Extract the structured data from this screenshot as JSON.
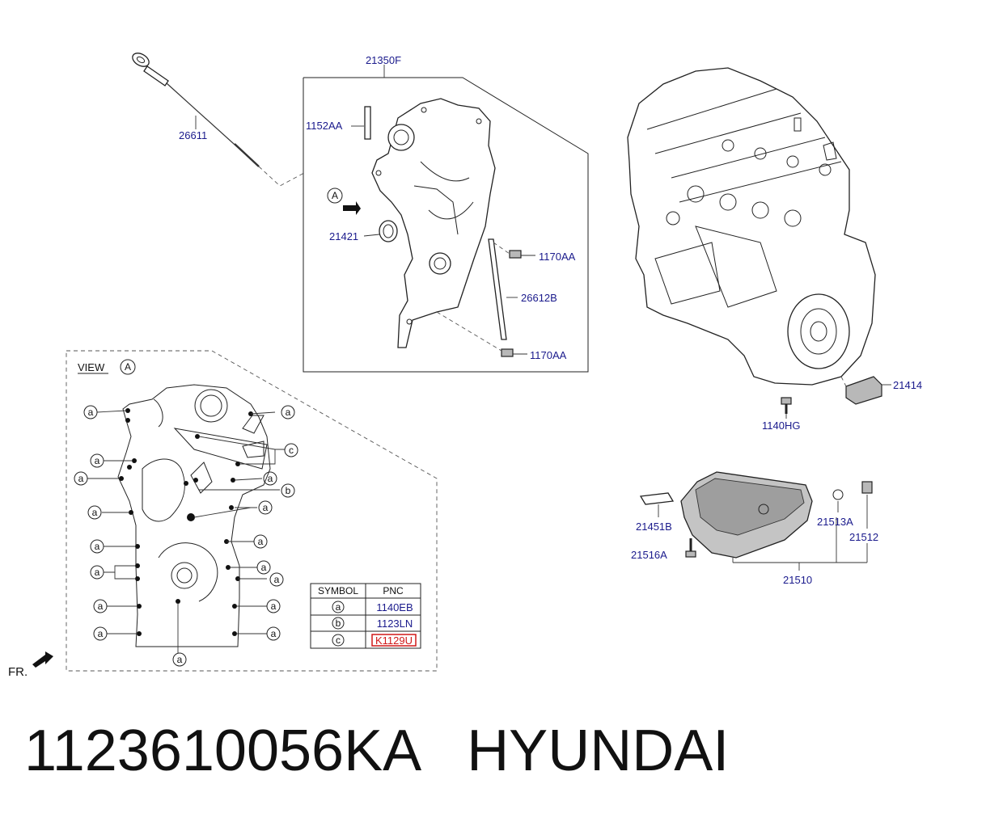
{
  "callouts": {
    "p21350F": "21350F",
    "p1152AA": "1152AA",
    "p26611": "26611",
    "p21421": "21421",
    "p1170AA_top": "1170AA",
    "p26612B": "26612B",
    "p1170AA_bot": "1170AA",
    "p21414": "21414",
    "p1140HG": "1140HG",
    "p21451B": "21451B",
    "p21513A": "21513A",
    "p21512": "21512",
    "p21516A": "21516A",
    "p21510": "21510"
  },
  "view": {
    "label": "VIEW",
    "ref": "A",
    "marker_a": "a",
    "marker_b": "b",
    "marker_c": "c"
  },
  "view_ref_main": "A",
  "symbol_table": {
    "header_symbol": "SYMBOL",
    "header_pnc": "PNC",
    "rows": [
      {
        "symbol": "a",
        "pnc": "1140EB"
      },
      {
        "symbol": "b",
        "pnc": "1123LN"
      },
      {
        "symbol": "c",
        "pnc": "K1129U"
      }
    ]
  },
  "fr_label": "FR.",
  "footer": {
    "part_number": "1123610056KA",
    "brand": "HYUNDAI"
  },
  "colors": {
    "callout_text": "#1a1a8c",
    "highlight_border": "#d01818"
  }
}
